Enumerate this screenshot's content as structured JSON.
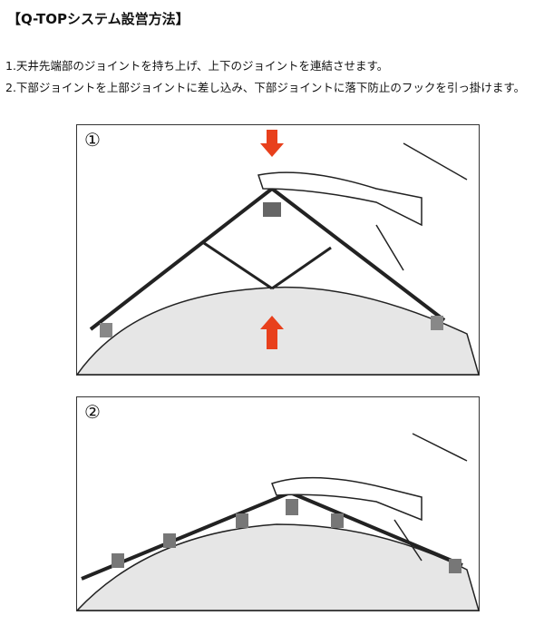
{
  "title": "【Q-TOPシステム設営方法】",
  "steps": [
    "1.天井先端部のジョイントを持ち上げ、上下のジョイントを連結させます。",
    "2.下部ジョイントを上部ジョイントに差し込み、下部ジョイントに落下防止のフックを引っ掛けます。"
  ],
  "panels": [
    {
      "number": "①",
      "arrow_color": "#e8401c"
    },
    {
      "number": "②"
    }
  ]
}
